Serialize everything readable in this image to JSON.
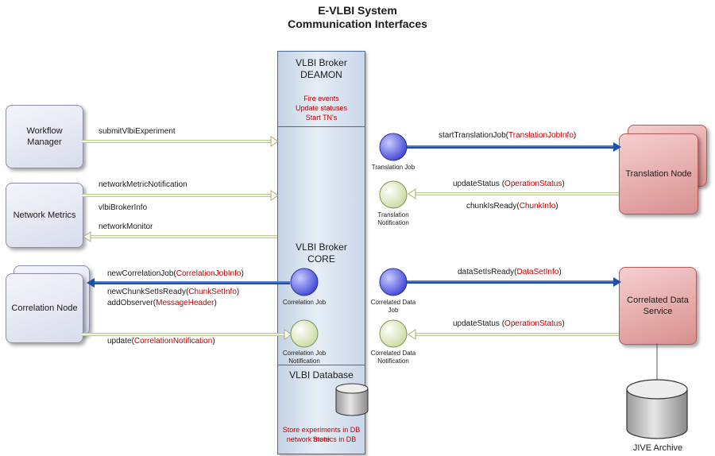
{
  "title": {
    "line1": "E-VLBI System",
    "line2": "Communication Interfaces"
  },
  "broker": {
    "deamon_title1": "VLBI Broker",
    "deamon_title2": "DEAMON",
    "deamon_tasks": [
      "Fire events",
      "Update statuses",
      "Start TN's"
    ],
    "core_title1": "VLBI Broker",
    "core_title2": "CORE",
    "db_title": "VLBI Database",
    "db_tasks": [
      "Store experiments in DB Store",
      "network metrics in DB"
    ]
  },
  "components": {
    "workflow_manager": [
      "Workflow",
      "Manager"
    ],
    "network_metrics": "Network Metrics",
    "correlation_node": "Correlation Node",
    "translation_node": "Translation Node",
    "correlated_data_service": [
      "Correlated Data",
      "Service"
    ],
    "jive_archive": "JIVE Archive"
  },
  "nodes": {
    "translation_job": "Translation Job",
    "translation_notification": [
      "Translation",
      "Notification"
    ],
    "correlation_job": "Correlation Job",
    "correlated_data_job": [
      "Correlated Data",
      "Job"
    ],
    "correlation_job_notification": [
      "Correlation Job",
      "Notification"
    ],
    "correlated_data_notification": [
      "Correlated Data",
      "Notification"
    ]
  },
  "messages": {
    "submit": "submitVlbiExperiment",
    "network_metric_notification": "networkMetricNotification",
    "vlbi_broker_info": "vlbiBrokerInfo",
    "network_monitor": "networkMonitor",
    "new_correlation_job": {
      "name": "newCorrelationJob(",
      "param": "CorrelationJobInfo",
      "close": ")"
    },
    "new_chunk_set": {
      "name": "newChunkSetIsReady(",
      "param": "ChunkSetInfo",
      "close": ")"
    },
    "add_observer": {
      "name": "addObserver(",
      "param": "MessageHeader",
      "close": ")"
    },
    "update": {
      "name": "update(",
      "param": "CorrelationNotification",
      "close": ")"
    },
    "start_translation": {
      "name": "startTranslationJob(",
      "param": "TranslationJobInfo",
      "close": ")"
    },
    "update_status_tn": {
      "name": "updateStatus (",
      "param": "OperationStatus",
      "close": ")"
    },
    "chunk_is_ready": {
      "name": "chunkIsReady(",
      "param": "ChunkInfo",
      "close": ")"
    },
    "data_set_ready": {
      "name": "dataSetIsReady(",
      "param": "DataSetInfo",
      "close": ")"
    },
    "update_status_cds": {
      "name": "updateStatus (",
      "param": "OperationStatus",
      "close": ")"
    }
  },
  "colors": {
    "primary_arrow": "#1f4fa8",
    "secondary_arrow": "#b8cc8e",
    "param_text": "#c00000",
    "node_blue": "#5a5ee0",
    "node_green": "#d8e6b8"
  }
}
